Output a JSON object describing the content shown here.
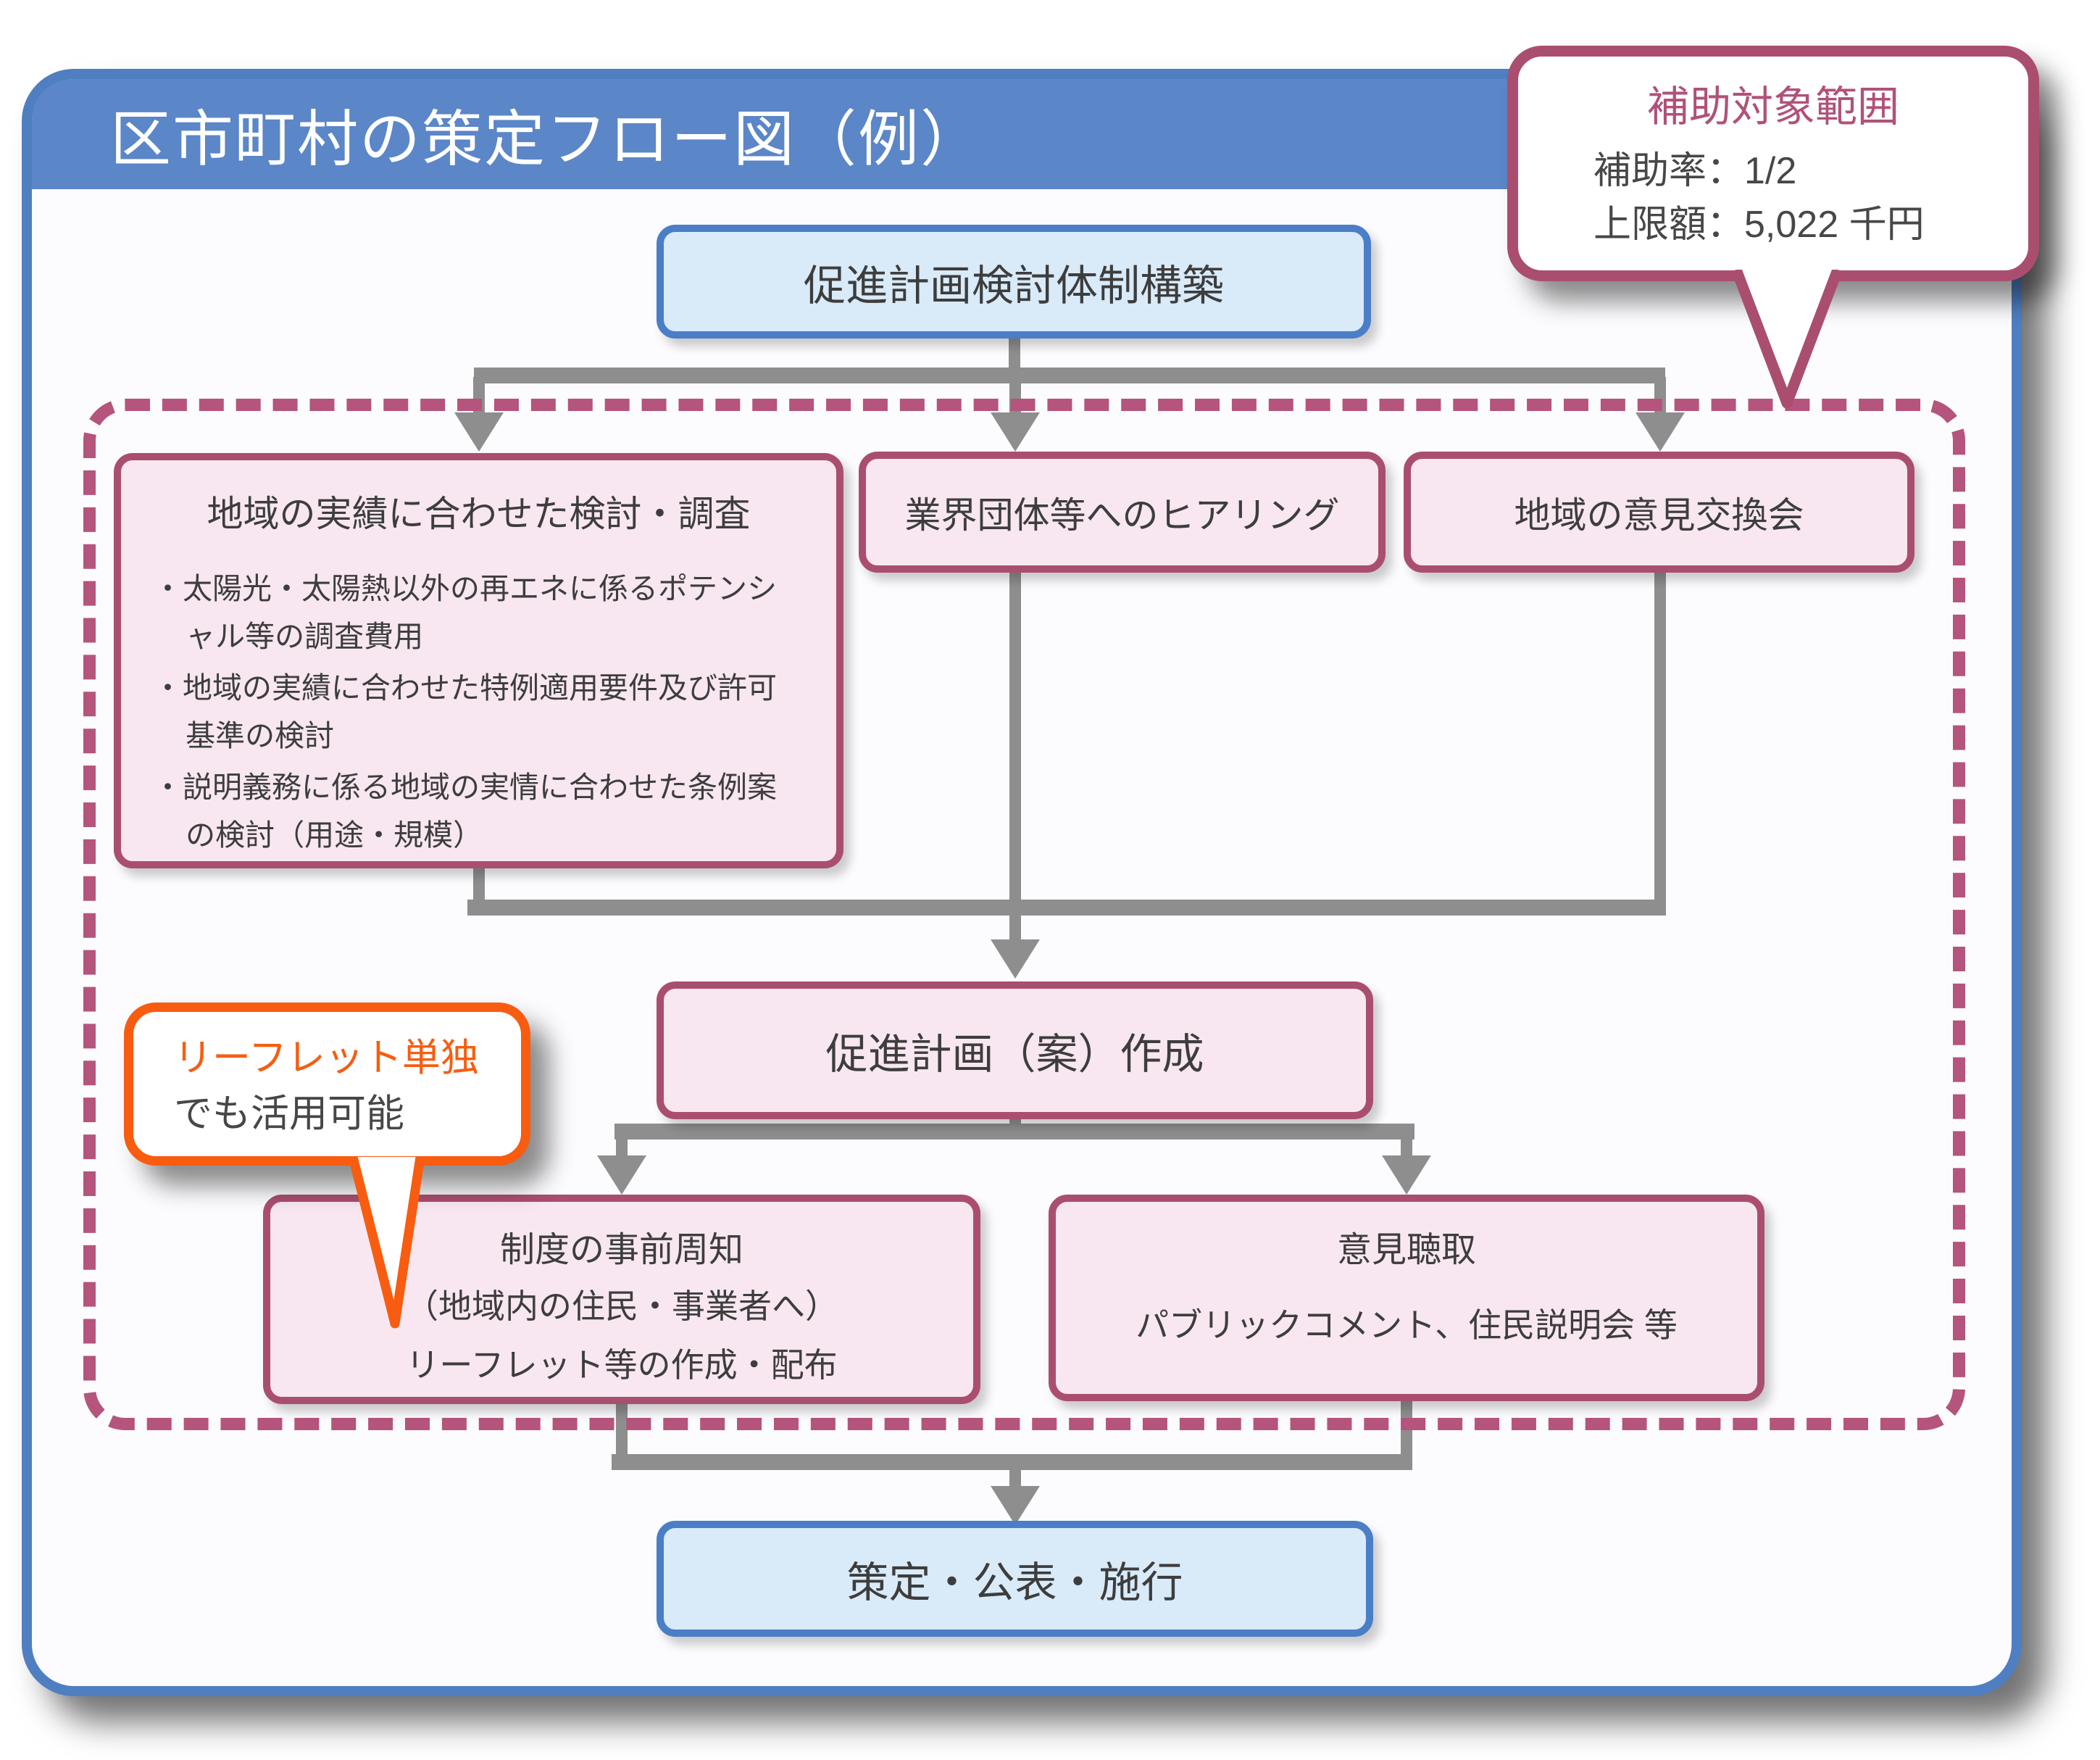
{
  "header": {
    "title": "区市町村の策定フロー図（例）"
  },
  "subsidy_callout": {
    "title": "補助対象範囲",
    "lines": [
      "補助率：1/2",
      "上限額：5,022 千円"
    ]
  },
  "leaflet_callout": {
    "highlight": "リーフレット単独",
    "rest": "でも活用可能"
  },
  "nodes": {
    "build_system": "促進計画検討体制構築",
    "regional_study": {
      "title": "地域の実績に合わせた検討・調査",
      "bullets": [
        "・太陽光・太陽熱以外の再エネに係るポテンシャル等の調査費用",
        "・地域の実績に合わせた特例適用要件及び許可基準の検討",
        "・説明義務に係る地域の実情に合わせた条例案の検討（用途・規模）"
      ]
    },
    "hearing": "業界団体等へのヒアリング",
    "exchange": "地域の意見交換会",
    "draft": "促進計画（案）作成",
    "prior_notice": {
      "lines": [
        "制度の事前周知",
        "（地域内の住民・事業者へ）",
        "リーフレット等の作成・配布"
      ]
    },
    "opinions": {
      "title": "意見聴取",
      "subtitle": "パブリックコメント、住民説明会 等"
    },
    "enact": "策定・公表・施行"
  },
  "colors": {
    "header_blue": "#5b86c8",
    "blue_box_fill": "#d9eaf8",
    "blue_box_border": "#4a7ec6",
    "pink_box_fill": "#f8e7f0",
    "rose_border": "#aa4e70",
    "dashed_scope": "#b5547c",
    "orange_accent": "#f85c10",
    "connector_gray": "#8e8e8e",
    "text_dark": "#3d3d3d"
  }
}
